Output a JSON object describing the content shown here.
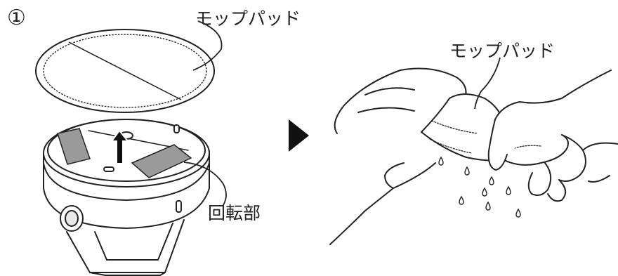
{
  "step": {
    "number": "①"
  },
  "labels": {
    "mop_pad_left": "モップパッド",
    "mop_pad_right": "モップパッド",
    "rotating_part": "回転部"
  },
  "arrow": {
    "direction": "right",
    "color": "#111111"
  }
}
